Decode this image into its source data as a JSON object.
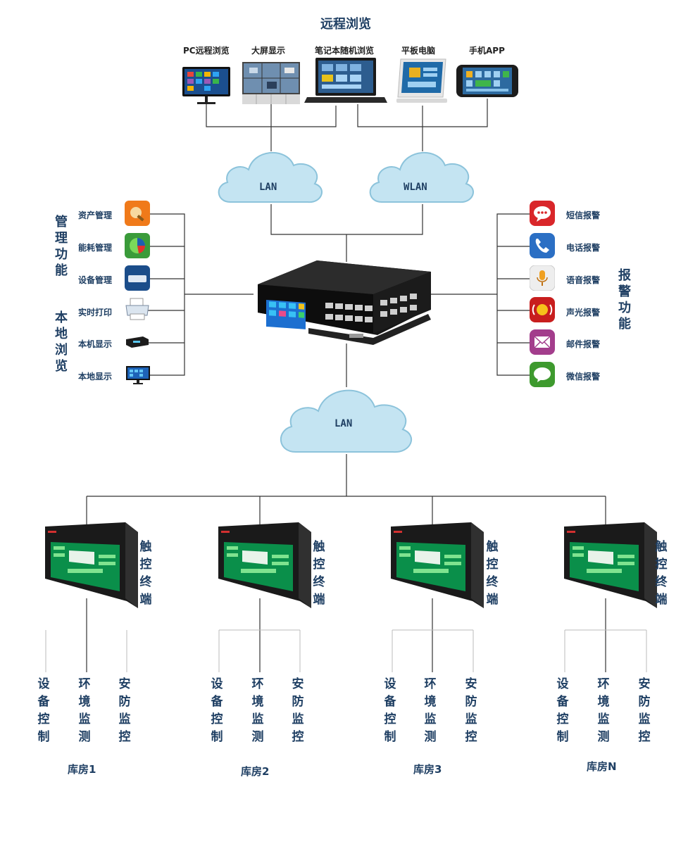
{
  "title": "远程浏览",
  "remote_devices": [
    {
      "label": "PC远程浏览",
      "icon": "monitor-icon"
    },
    {
      "label": "大屏显示",
      "icon": "video-wall-icon"
    },
    {
      "label": "笔记本随机浏览",
      "icon": "laptop-icon"
    },
    {
      "label": "平板电脑",
      "icon": "tablet-icon"
    },
    {
      "label": "手机APP",
      "icon": "smartphone-icon"
    }
  ],
  "clouds": {
    "lan_top": "LAN",
    "wlan": "WLAN",
    "lan_bottom": "LAN"
  },
  "management": {
    "heading": "管理功能",
    "items": [
      {
        "label": "资产管理",
        "icon": "asset-icon",
        "color": "#f07a1a"
      },
      {
        "label": "能耗管理",
        "icon": "energy-pie-icon",
        "color": "#3a9b3a"
      },
      {
        "label": "设备管理",
        "icon": "device-icon",
        "color": "#1b4d8a"
      }
    ]
  },
  "local_view": {
    "heading": "本地浏览",
    "items": [
      {
        "label": "实时打印",
        "icon": "printer-icon"
      },
      {
        "label": "本机显示",
        "icon": "display-box-icon"
      },
      {
        "label": "本地显示",
        "icon": "monitor-icon"
      }
    ]
  },
  "alarm": {
    "heading": "报警功能",
    "items": [
      {
        "label": "短信报警",
        "icon": "sms-icon",
        "color": "#d9262a"
      },
      {
        "label": "电话报警",
        "icon": "phone-icon",
        "color": "#2b6fc4"
      },
      {
        "label": "语音报警",
        "icon": "microphone-icon",
        "color": "#e8e8e8"
      },
      {
        "label": "声光报警",
        "icon": "siren-icon",
        "color": "#c81e1e"
      },
      {
        "label": "邮件报警",
        "icon": "mail-icon",
        "color": "#a33d8c"
      },
      {
        "label": "微信报警",
        "icon": "wechat-icon",
        "color": "#3e9a2e"
      }
    ]
  },
  "rooms": [
    {
      "name": "库房1",
      "terminal": "触控终端",
      "subs": [
        "设备控制",
        "环境监测",
        "安防监控"
      ]
    },
    {
      "name": "库房2",
      "terminal": "触控终端",
      "subs": [
        "设备控制",
        "环境监测",
        "安防监控"
      ]
    },
    {
      "name": "库房3",
      "terminal": "触控终端",
      "subs": [
        "设备控制",
        "环境监测",
        "安防监控"
      ]
    },
    {
      "name": "库房N",
      "terminal": "触控终端",
      "subs": [
        "设备控制",
        "环境监测",
        "安防监控"
      ]
    }
  ]
}
